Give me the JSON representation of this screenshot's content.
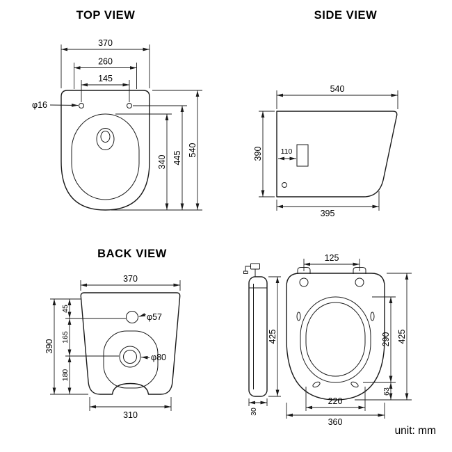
{
  "colors": {
    "ink": "#1a1a1a",
    "background": "#ffffff"
  },
  "footer": {
    "unit_label": "unit: mm"
  },
  "views": {
    "top": {
      "title": "TOP VIEW",
      "dims": {
        "overall_width": "370",
        "upper_width": "260",
        "hole_spacing": "145",
        "hole_diameter": "φ16",
        "overall_length": "540",
        "holes_to_front": "445",
        "bowl_length": "340"
      }
    },
    "side": {
      "title": "SIDE VIEW",
      "dims": {
        "overall_length": "540",
        "overall_height": "390",
        "inlet_offset": "110",
        "base_length": "395"
      }
    },
    "back": {
      "title": "BACK VIEW",
      "dims": {
        "overall_width": "370",
        "top_segment": "45",
        "middle_segment": "165",
        "bottom_segment": "180",
        "overall_height": "390",
        "inlet_hole_diameter": "φ57",
        "outlet_hole_diameter": "φ80",
        "base_width": "310"
      }
    },
    "seat": {
      "dims": {
        "hinge_spacing": "125",
        "profile_height": "425",
        "profile_width": "30",
        "seat_length": "425",
        "opening_length": "290",
        "rear_offset": "63",
        "opening_width": "220",
        "seat_width": "360"
      }
    }
  }
}
